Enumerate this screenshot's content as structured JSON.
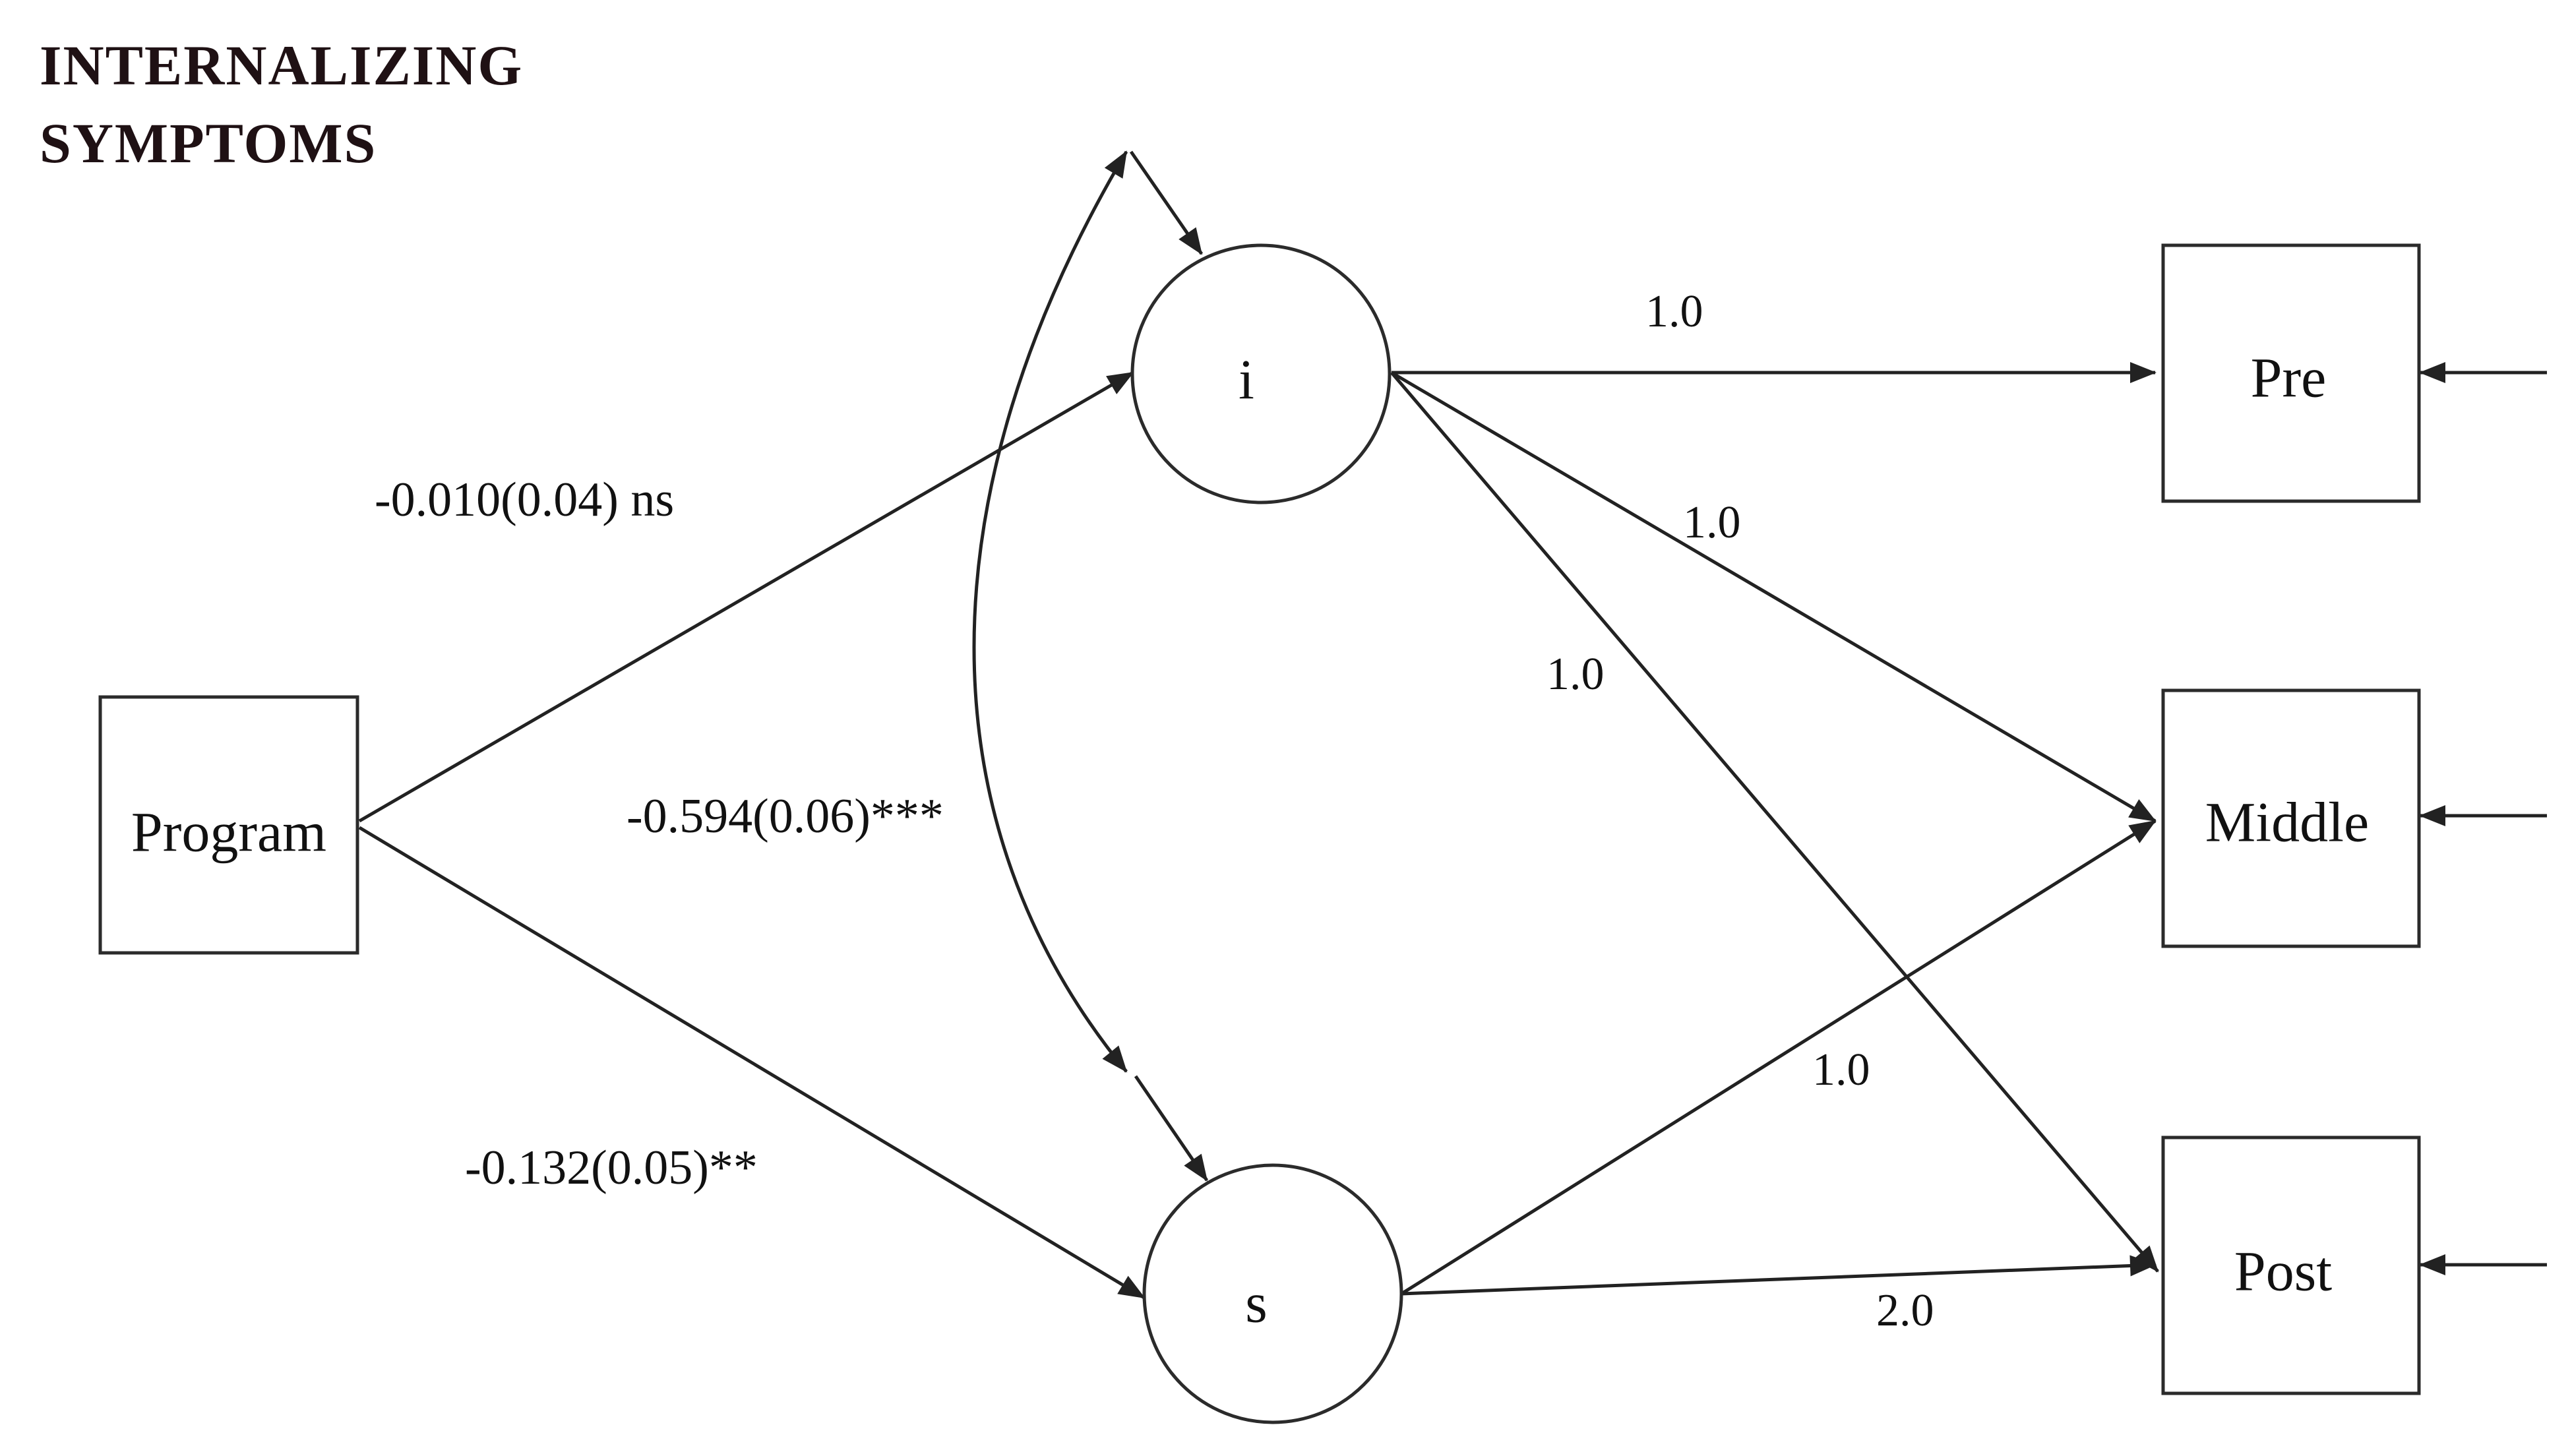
{
  "title": {
    "line1": "INTERNALIZING",
    "line2": "SYMPTOMS"
  },
  "nodes": {
    "program": "Program",
    "intercept": "i",
    "slope": "s",
    "pre": "Pre",
    "middle": "Middle",
    "post": "Post"
  },
  "paths": {
    "program_to_i": "-0.010(0.04) ns",
    "program_to_s": "-0.132(0.05)**",
    "i_s_covariance": "-0.594(0.06)***",
    "i_to_pre": "1.0",
    "i_to_middle": "1.0",
    "i_to_post": "1.0",
    "s_to_middle": "1.0",
    "s_to_post": "2.0"
  },
  "colors": {
    "title": "#1f1114",
    "lines": "#222222"
  }
}
